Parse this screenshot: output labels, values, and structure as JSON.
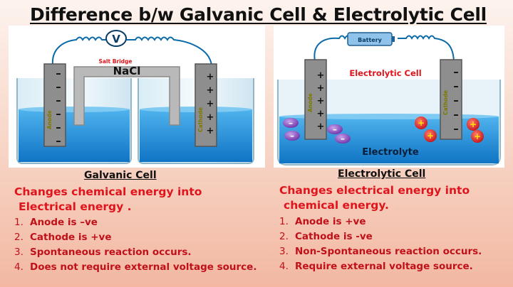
{
  "title": "Difference b/w Galvanic Cell & Electrolytic Cell",
  "galvanic": {
    "voltmeter_label": "V",
    "salt_bridge_label": "Salt Bridge",
    "salt_bridge_compound": "NaCl",
    "anode_label": "Anode",
    "cathode_label": "Cathode",
    "cell_name": "Galvanic Cell",
    "description_line1": "Changes chemical energy into",
    "description_line2": "Electrical energy .",
    "points": [
      {
        "num": "1.",
        "text": "Anode is –ve"
      },
      {
        "num": "2.",
        "text": "Cathode is +ve"
      },
      {
        "num": "3.",
        "text": "Spontaneous reaction occurs."
      },
      {
        "num": "4.",
        "text": "Does not require external voltage source."
      }
    ]
  },
  "electrolytic": {
    "battery_label": "Battery",
    "cell_title": "Electrolytic Cell",
    "electrolyte_label": "Electrolyte",
    "anode_label": "Anode",
    "cathode_label": "Cathode",
    "cell_name": "Electrolytic Cell",
    "description_line1": "Changes electrical energy into",
    "description_line2": "chemical energy.",
    "points": [
      {
        "num": "1.",
        "text": "Anode is +ve"
      },
      {
        "num": "2.",
        "text": "Cathode is -ve"
      },
      {
        "num": "3.",
        "text": "Non-Spontaneous reaction occurs."
      },
      {
        "num": "4.",
        "text": "Require external voltage source."
      }
    ]
  },
  "colors": {
    "accent_red": "#e0141c",
    "electrolyte_blue": "#1e88d6",
    "electrode_gray": "#8e8e8e",
    "anion_purple": "#7a3fb0",
    "cation_red": "#e31e24"
  }
}
